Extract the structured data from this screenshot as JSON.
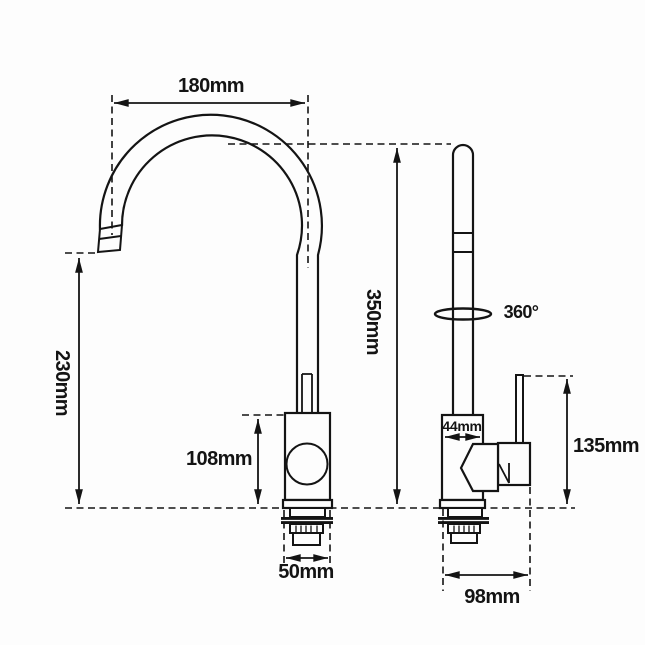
{
  "drawing": {
    "kind": "faucet-specification-diagram",
    "views": [
      "front",
      "side"
    ],
    "colors": {
      "line": "#141414",
      "background": "#fdfdfd"
    }
  },
  "front_view": {
    "dims": {
      "spout_reach": "180mm",
      "spout_height": "230mm",
      "body_height": "108mm",
      "base_width": "50mm"
    }
  },
  "side_view": {
    "dims": {
      "total_height": "350mm",
      "swivel_angle": "360°",
      "body_width": "44mm",
      "handle_height": "135mm",
      "base_depth": "98mm"
    }
  }
}
